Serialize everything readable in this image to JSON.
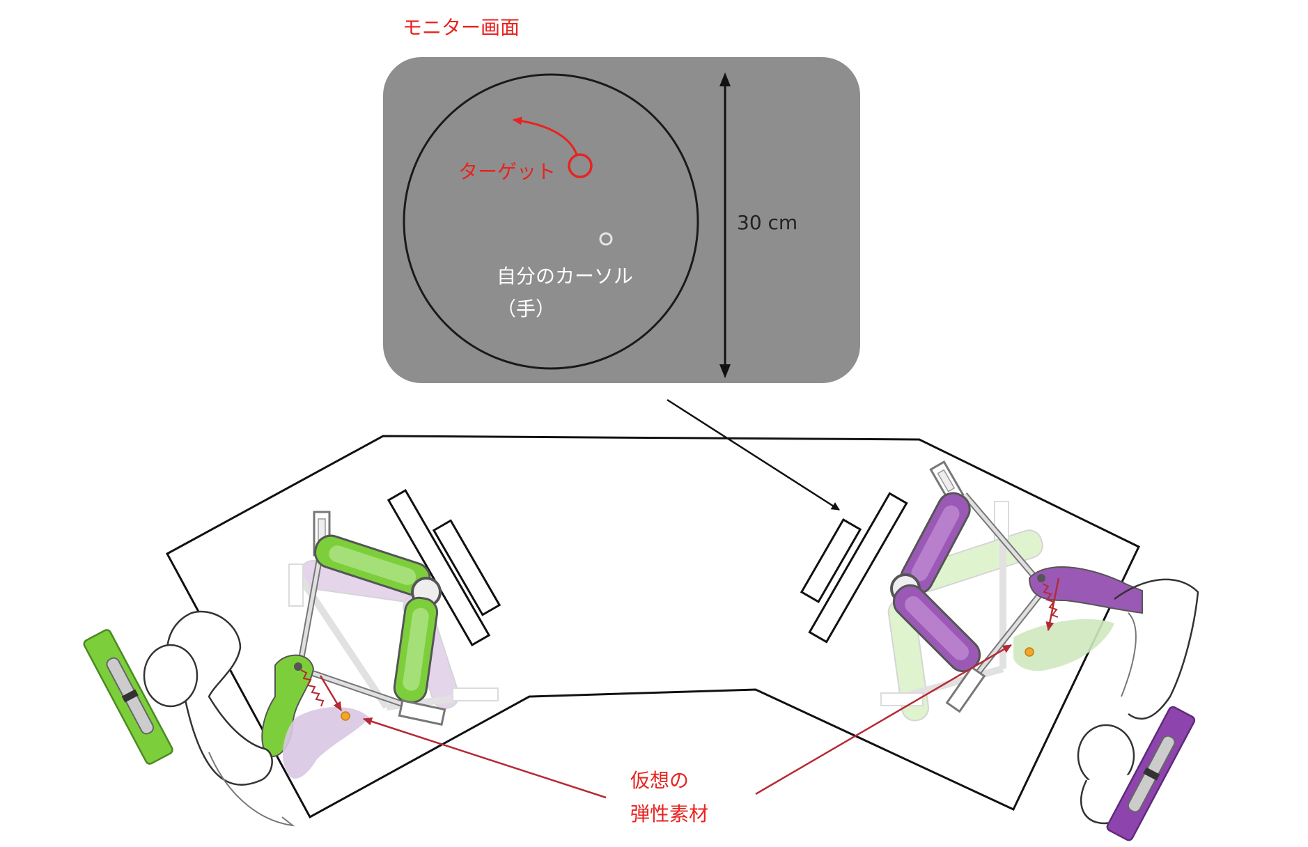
{
  "monitor": {
    "title": "モニター画面",
    "target_label": "ターゲット",
    "cursor_label_line1": "自分のカーソル",
    "cursor_label_line2": "（手）",
    "dimension_label": "30 cm"
  },
  "annotation": {
    "line1": "仮想の",
    "line2": "弾性素材"
  },
  "colors": {
    "accent_red": "#e8231f",
    "monitor_gray": "#8e8e8e",
    "green": "#7ccf3a",
    "green_light": "#cfe8bf",
    "purple": "#9b59b6",
    "purple_light": "#d9c6e3",
    "arrow_darkred": "#b52a35"
  }
}
